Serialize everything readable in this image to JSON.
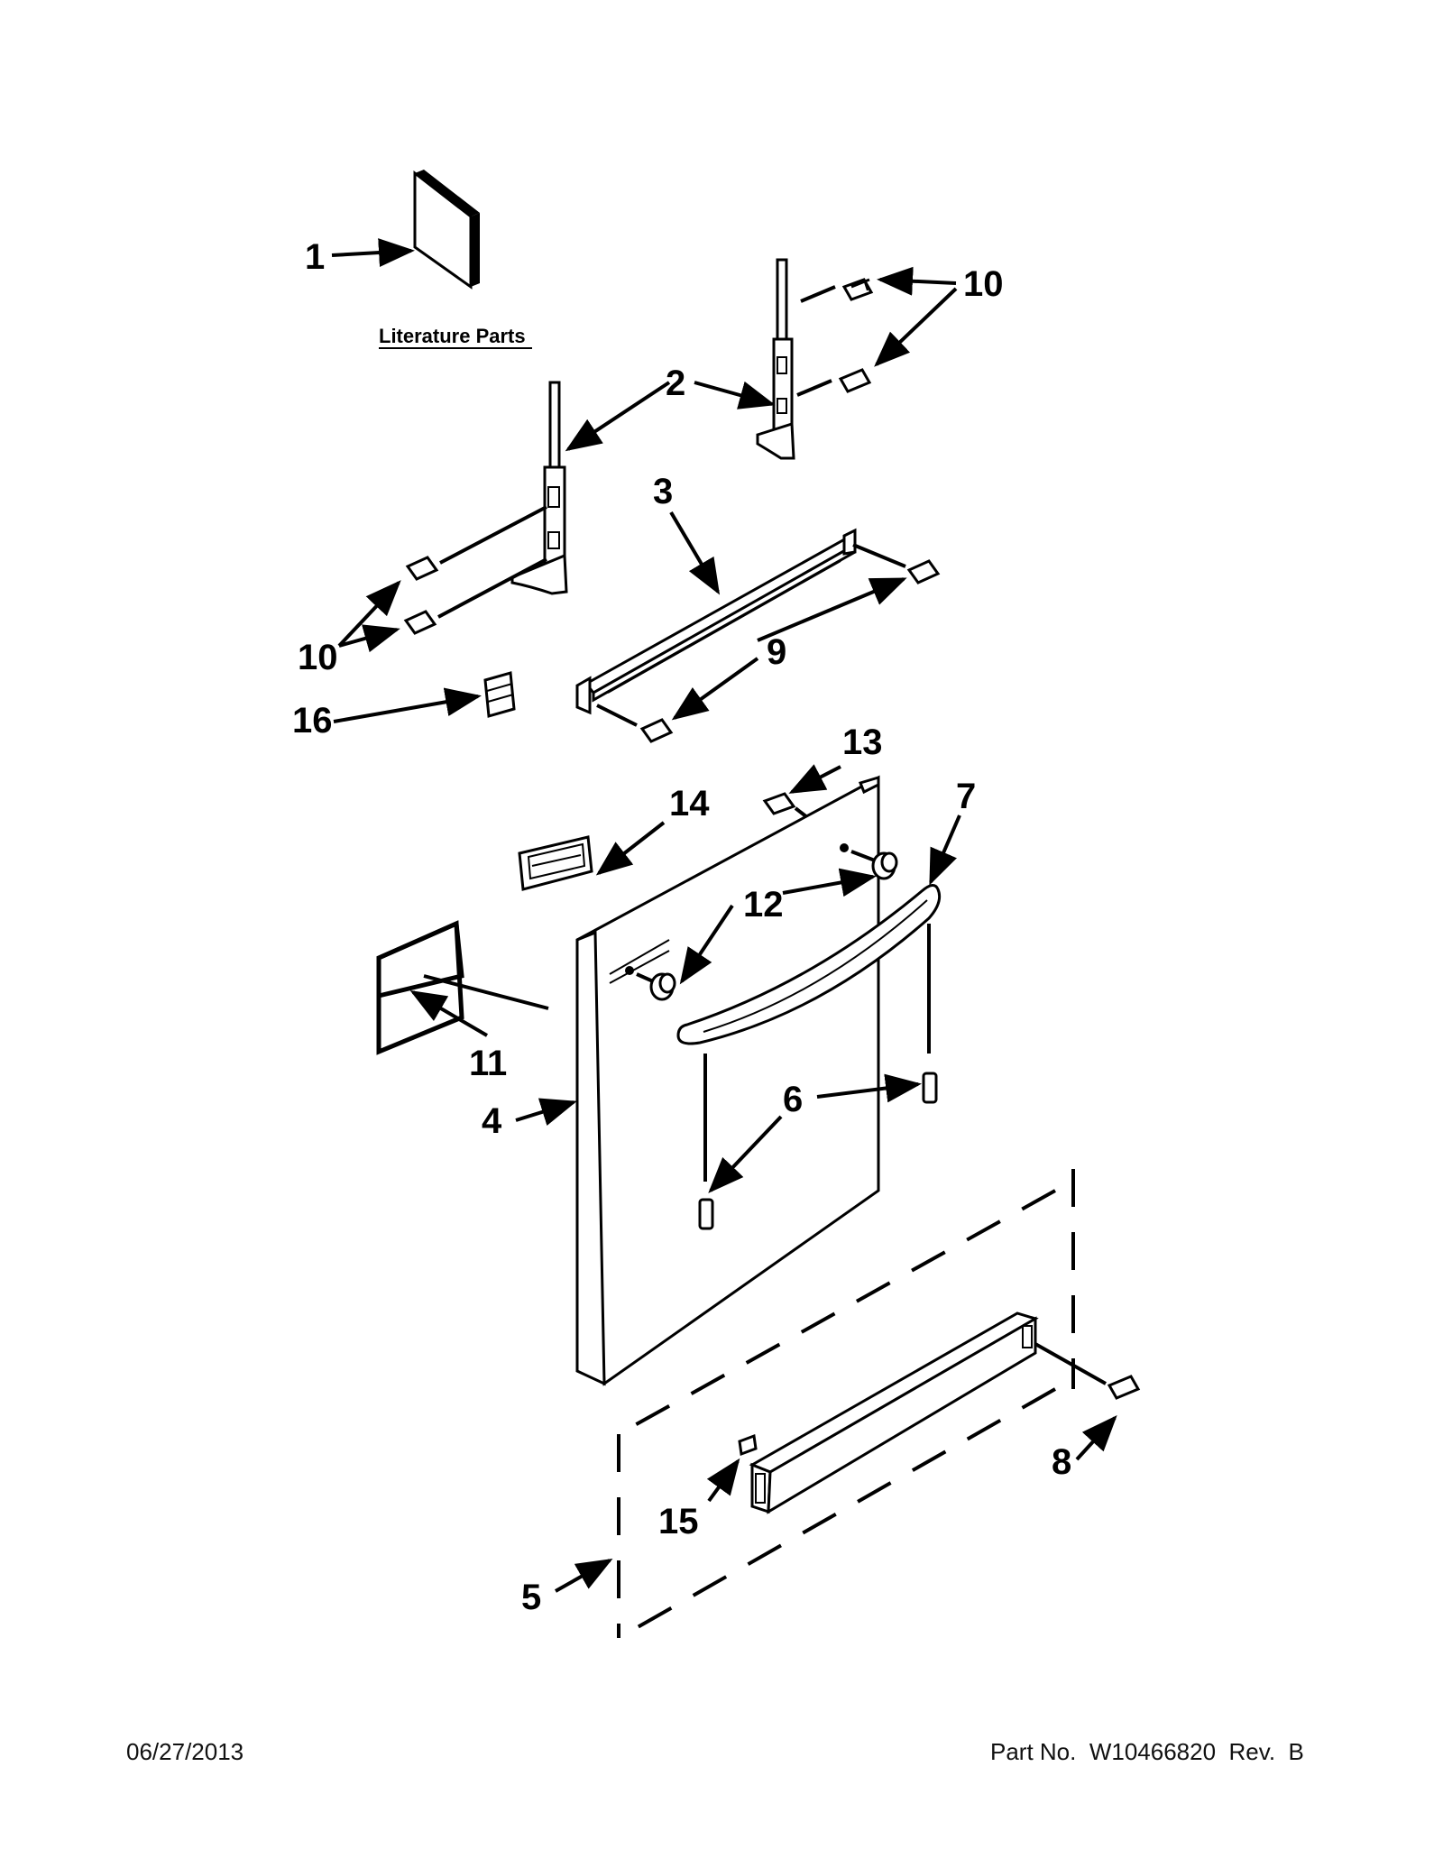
{
  "callouts": {
    "c1": "1",
    "c2": "2",
    "c3": "3",
    "c4": "4",
    "c5": "5",
    "c6": "6",
    "c7": "7",
    "c8": "8",
    "c9": "9",
    "c10a": "10",
    "c10b": "10",
    "c11": "11",
    "c12": "12",
    "c13": "13",
    "c14": "14",
    "c15": "15",
    "c16": "16"
  },
  "literature_label": "Literature Parts",
  "footer": {
    "date": "06/27/2013",
    "part_label": "Part No.",
    "part_number": "W10466820",
    "rev_label": "Rev.",
    "rev": "B"
  }
}
